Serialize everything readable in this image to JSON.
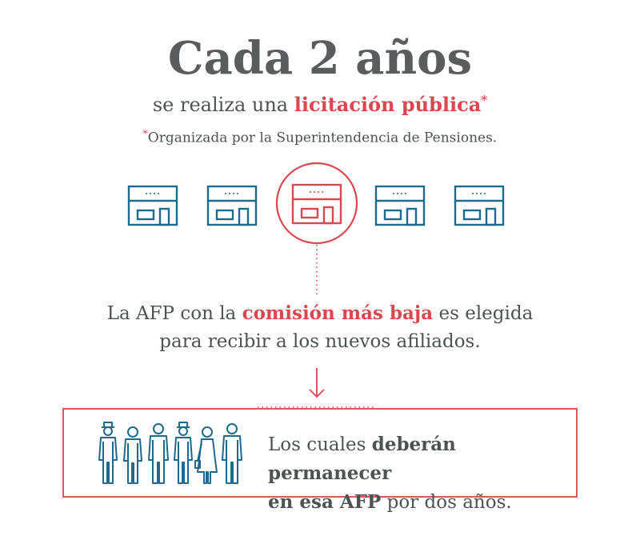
{
  "header": {
    "title": "Cada 2 años",
    "subtitle_pre": "se realiza una ",
    "subtitle_highlight": "licitación pública",
    "subtitle_star": "*",
    "footnote_star": "*",
    "footnote_text": "Organizada por la Superintendencia de Pensiones."
  },
  "middle": {
    "line1_pre": "La AFP con la ",
    "line1_highlight": "comisión más baja",
    "line1_post": " es elegida",
    "line2": "para recibir a los nuevos afiliados."
  },
  "box": {
    "line1_pre": "Los cuales ",
    "line1_bold": "deberán permanecer",
    "line2_bold": "en esa AFP",
    "line2_post": " por dos años."
  },
  "colors": {
    "blue": "#1d6a8c",
    "red": "#d9474f",
    "gray": "#5b5c5d"
  },
  "icons": {
    "stores": [
      "store-icon",
      "store-icon",
      "store-icon-selected",
      "store-icon",
      "store-icon"
    ],
    "people": [
      "person-hat-icon",
      "person-icon",
      "person-icon",
      "person-hat-icon",
      "person-dress-icon",
      "person-icon"
    ],
    "arrow": "arrow-down-icon"
  }
}
